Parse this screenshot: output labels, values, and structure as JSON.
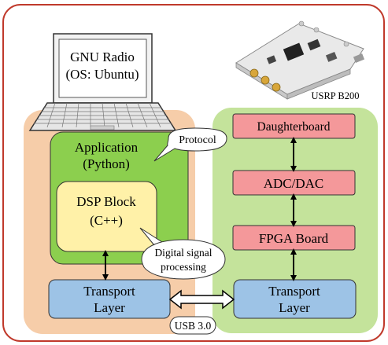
{
  "laptop": {
    "line1": "GNU Radio",
    "line2": "(OS: Ubuntu)"
  },
  "usrp": {
    "label": "USRP B200"
  },
  "host": {
    "application": {
      "line1": "Application",
      "line2": "(Python)"
    },
    "dsp": {
      "line1": "DSP Block",
      "line2": "(C++)"
    },
    "transport": {
      "line1": "Transport",
      "line2": "Layer"
    }
  },
  "device": {
    "daughterboard": "Daughterboard",
    "adc_dac": "ADC/DAC",
    "fpga": "FPGA Board",
    "transport": {
      "line1": "Transport",
      "line2": "Layer"
    }
  },
  "callouts": {
    "protocol": "Protocol",
    "digital": {
      "line1": "Digital signal",
      "line2": "processing"
    }
  },
  "link": {
    "label": "USB 3.0"
  },
  "colors": {
    "outer_border": "#c0392b",
    "host_panel": "#f6cda9",
    "device_panel": "#c4e39b",
    "application": "#8ccf4e",
    "dsp": "#fff1a8",
    "transport": "#9dc3e6",
    "device_block": "#f4989a"
  }
}
